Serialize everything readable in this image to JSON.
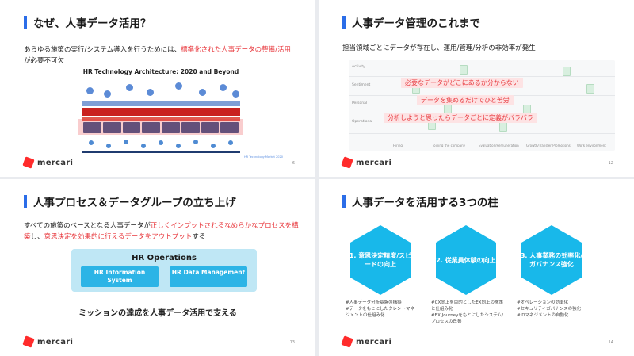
{
  "slides": {
    "s1": {
      "title": "なぜ、人事データ活用？",
      "desc_a": "あらゆる施策の実行/システム導入を行うためには、",
      "desc_b": "標準化された人事データの整備/活用",
      "desc_c": "が必要不可欠",
      "figure_title": "HR Technology Architecture: 2020 and Beyond",
      "caption": "HR Technology Market 2020",
      "page": "6"
    },
    "s2": {
      "title": "人事データ管理のこれまで",
      "desc": "担当領域ごとにデータが存在し、運用/管理/分析の非効率が発生",
      "rows": [
        "Activity",
        "Sentiment",
        "Personal",
        "Operational"
      ],
      "cols": [
        "Hiring",
        "Joining the company",
        "Evaluation/Remuneration",
        "Growth/Transfer/Promotions",
        "Work environment"
      ],
      "pill1": "必要なデータがどこにあるか分からない",
      "pill2": "データを集めるだけでひと苦労",
      "pill3": "分析しようと思ったらデータごとに定義がバラバラ",
      "page": "12"
    },
    "s3": {
      "title": "人事プロセス＆データグループの立ち上げ",
      "desc_a": "すべての施策のベースとなる人事データが",
      "desc_b": "正しくインプットされるなめらかなプロセスを構築",
      "desc_c": "し、",
      "desc_d": "意思決定を効果的に行えるデータをアウトプット",
      "desc_e": "する",
      "ops_title": "HR Operations",
      "ops_left": "HR Information System",
      "ops_right": "HR Data Management",
      "mission": "ミッションの達成を人事データ活用で支える",
      "page": "13"
    },
    "s4": {
      "title": "人事データを活用する3つの柱",
      "pillars": [
        {
          "label": "1. 意思決定精度/スピードの向上",
          "notes": "#人事データ分析基盤の構築\n#データをもとにしたタレントマネジメントの仕組み化"
        },
        {
          "label": "2. 従業員体験の向上",
          "notes": "#CX向上を目的としたEX向上の施策と仕組み化\n#EX Journeyをもとにしたシステム/プロセスの改善"
        },
        {
          "label": "3. 人事業務の効率化/ガバナンス強化",
          "notes": "#オペレーションの効率化\n#セキュリティガバナンスの強化\n#IDマネジメントの自動化"
        }
      ],
      "page": "14"
    },
    "brand": "mercari"
  },
  "colors": {
    "accent_blue": "#2b6de8",
    "red_emphasis": "#e8383d",
    "hex_blue": "#18b8ea",
    "ops_light": "#bfe7f5",
    "ops_dark": "#2cb4e6"
  }
}
